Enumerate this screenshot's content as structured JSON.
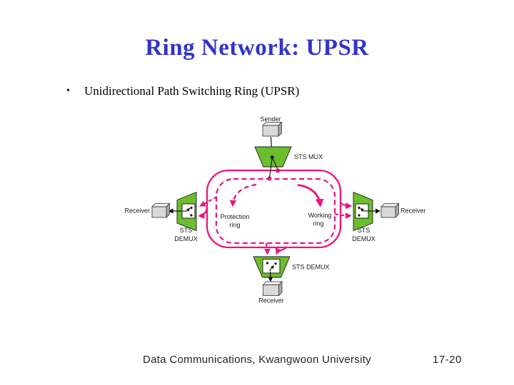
{
  "slide": {
    "title": "Ring Network: UPSR",
    "bullet_marker": "•",
    "bullet_text": "Unidirectional Path Switching Ring (UPSR)",
    "footer_text": "Data Communications, Kwangwoon University",
    "page_number": "17-20"
  },
  "diagram": {
    "sender_label": "Sender",
    "sts_mux_label": "STS MUX",
    "left_node": {
      "receiver_label": "Receiver",
      "demux_line1": "STS",
      "demux_line2": "DEMUX"
    },
    "right_node": {
      "receiver_label": "Receiver",
      "demux_line1": "STS",
      "demux_line2": "DEMUX"
    },
    "bottom_node": {
      "demux_label": "STS DEMUX",
      "receiver_label": "Receiver"
    },
    "protection_ring": {
      "line1": "Protection",
      "line2": "ring"
    },
    "working_ring": {
      "line1": "Working",
      "line2": "ring"
    },
    "colors": {
      "title_blue": "#3333CC",
      "ring_pink": "#E8157E",
      "device_green": "#6CBE2C",
      "box_gray": "#D9D9D9"
    }
  }
}
